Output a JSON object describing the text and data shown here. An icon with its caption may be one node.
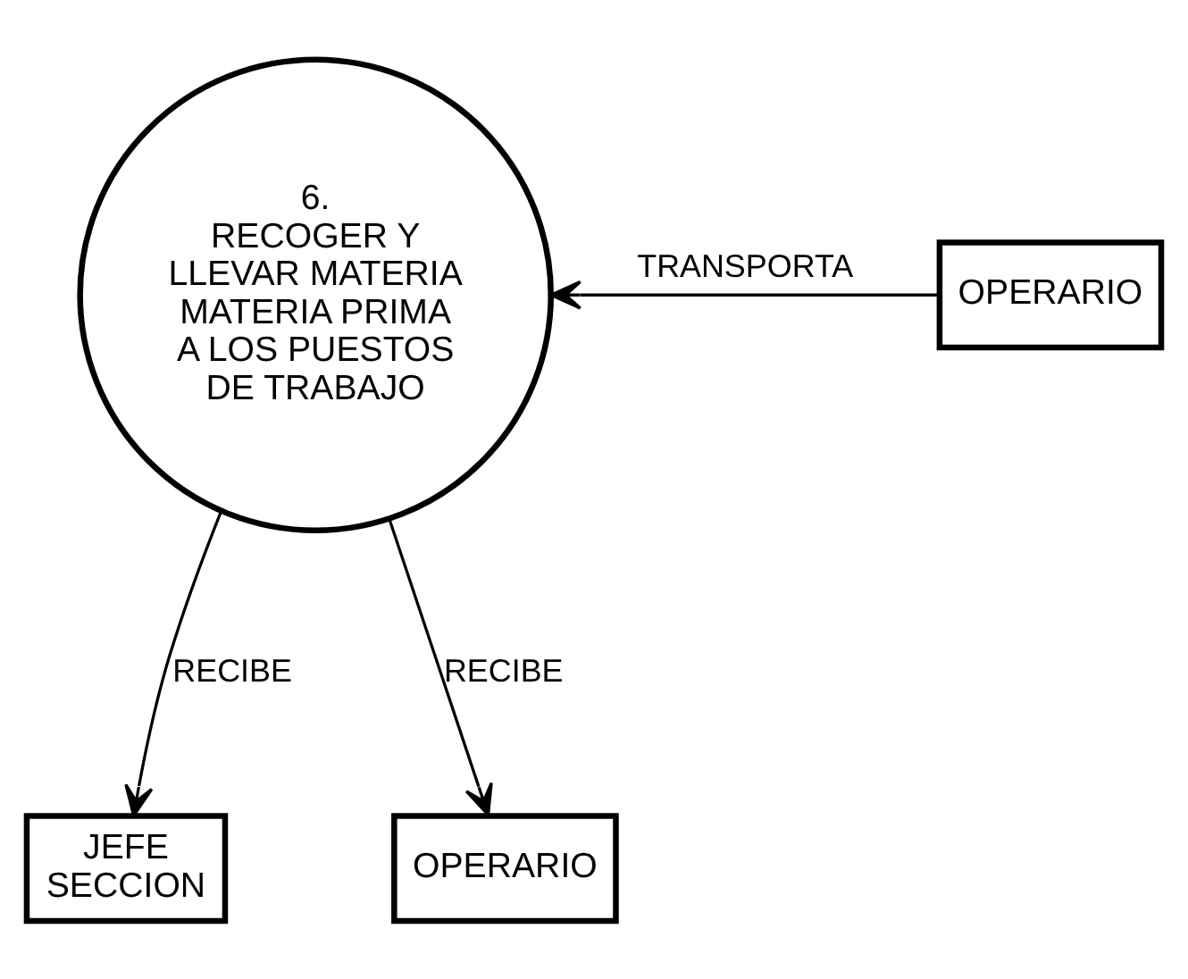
{
  "diagram": {
    "nodes": [
      {
        "text": [
          "6.",
          "RECOGER Y LLEVAR MATERIA MATERIA PRIMA A LOS PUESTOS DE TRABAJO"
        ]
      },
      {
        "text": [
          "OPERARIO"
        ]
      },
      {
        "text": [
          "JEFE SECCION"
        ]
      },
      {
        "text": [
          "OPERARIO"
        ]
      }
    ],
    "edges": [
      {
        "from": 1,
        "to": 0,
        "arrow": "to",
        "label": "TRANSPORTA"
      },
      {
        "from": 0,
        "to": 2,
        "arrow": "to",
        "label": "RECIBE"
      },
      {
        "from": 0,
        "to": 3,
        "arrow": "to",
        "label": "RECIBE"
      }
    ]
  }
}
